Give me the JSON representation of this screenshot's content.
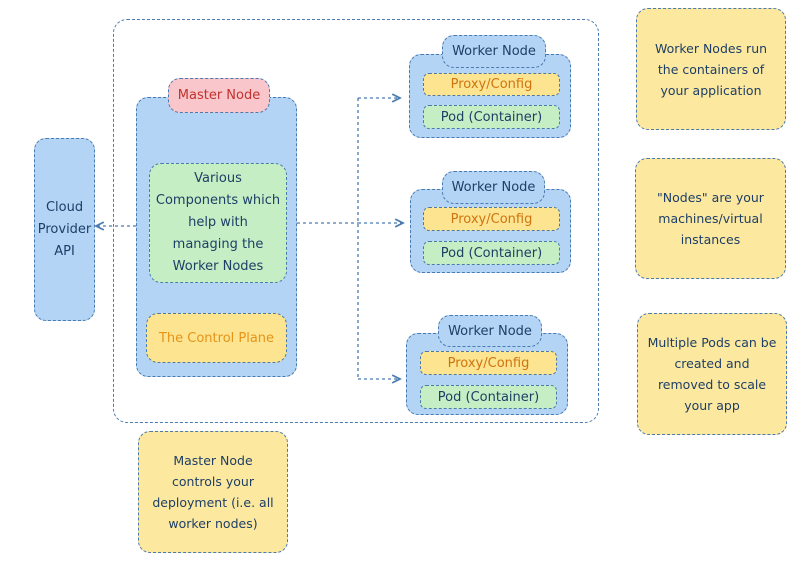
{
  "cloud_api": {
    "label": "Cloud Provider API"
  },
  "master": {
    "title": "Master Node",
    "components": "Various Components which help with managing the Worker Nodes",
    "control_plane": "The Control Plane",
    "note": "Master Node controls your deployment (i.e. all worker nodes)"
  },
  "workers": [
    {
      "title": "Worker Node",
      "proxy": "Proxy/Config",
      "pod": "Pod (Container)"
    },
    {
      "title": "Worker Node",
      "proxy": "Proxy/Config",
      "pod": "Pod (Container)"
    },
    {
      "title": "Worker Node",
      "proxy": "Proxy/Config",
      "pod": "Pod (Container)"
    }
  ],
  "notes": [
    "Worker Nodes run the containers of your application",
    "\"Nodes\" are your machines/virtual instances",
    "Multiple Pods can be created and removed to scale your app"
  ],
  "colors": {
    "blue": "#b3d4f5",
    "yellow": "#fce490",
    "green": "#c6eec4",
    "pink": "#f8c6cb",
    "border": "#4a7bb0"
  }
}
